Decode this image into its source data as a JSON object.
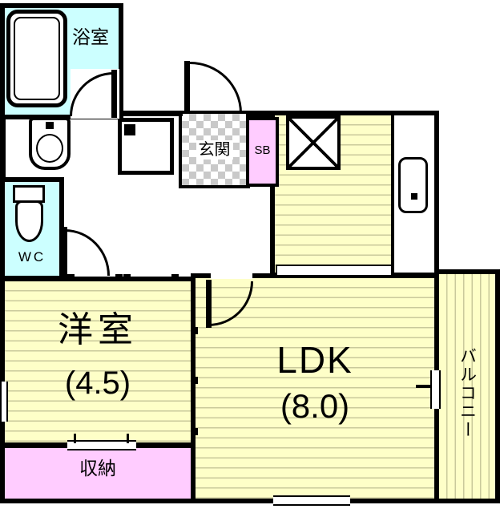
{
  "floorplan": {
    "rooms": {
      "bathroom": {
        "label": "浴室"
      },
      "wc": {
        "label": "WC"
      },
      "entrance": {
        "label": "玄関"
      },
      "shoe_box": {
        "label": "SB"
      },
      "ldk": {
        "label": "LDK",
        "size": "(8.0)"
      },
      "western_room": {
        "label": "洋室",
        "size": "(4.5)"
      },
      "storage": {
        "label": "収納"
      },
      "balcony": {
        "label": "バルコニー"
      }
    },
    "colors": {
      "wall": "#000000",
      "room_fill_yellow": "#FEFFC8",
      "wet_area_cyan": "#CCFFFF",
      "closet_pink": "#FFCCFF",
      "entrance_tile_gray": "#C9C9C9",
      "floor_line": "#C9C99B",
      "background": "#FFFFFF"
    },
    "fixtures": {
      "bathtub": "bathtub-icon",
      "washbasin": "washbasin-icon",
      "washing_machine_pan": "washing-machine-pan-icon",
      "toilet": "toilet-icon",
      "stove": "stove-icon",
      "kitchen_sink": "kitchen-sink-icon"
    }
  }
}
